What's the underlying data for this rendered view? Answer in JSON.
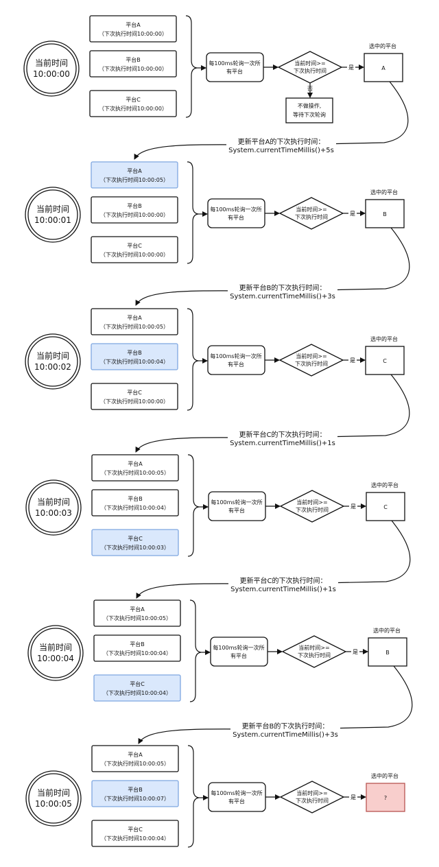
{
  "labels": {
    "time_title": "当前时间",
    "poll": [
      "每100ms轮询一次所",
      "有平台"
    ],
    "cond": [
      "当前时间>=",
      "下次执行时间"
    ],
    "yes": "是",
    "no": "否",
    "noop": [
      "不做操作,",
      "等待下次轮询"
    ],
    "selected": "选中的平台"
  },
  "stages": [
    {
      "time": "10:00:00",
      "platforms": [
        {
          "name": "平台A",
          "next": "（下次执行时间10:00:00）"
        },
        {
          "name": "平台B",
          "next": "（下次执行时间10:00:00）"
        },
        {
          "name": "平台C",
          "next": "（下次执行时间10:00:00）"
        }
      ],
      "highlight": -1,
      "selected": "A",
      "update": [
        "更新平台A的下次执行时间：",
        "System.currentTimeMillis()+5s"
      ]
    },
    {
      "time": "10:00:01",
      "platforms": [
        {
          "name": "平台A",
          "next": "（下次执行时间10:00:05）"
        },
        {
          "name": "平台B",
          "next": "（下次执行时间10:00:00）"
        },
        {
          "name": "平台C",
          "next": "（下次执行时间10:00:00）"
        }
      ],
      "highlight": 0,
      "selected": "B",
      "update": [
        "更新平台B的下次执行时间：",
        "System.currentTimeMillis()+3s"
      ]
    },
    {
      "time": "10:00:02",
      "platforms": [
        {
          "name": "平台A",
          "next": "（下次执行时间10:00:05）"
        },
        {
          "name": "平台B",
          "next": "（下次执行时间10:00:04）"
        },
        {
          "name": "平台C",
          "next": "（下次执行时间10:00:00）"
        }
      ],
      "highlight": 1,
      "selected": "C",
      "update": [
        "更新平台C的下次执行时间：",
        "System.currentTimeMillis()+1s"
      ]
    },
    {
      "time": "10:00:03",
      "platforms": [
        {
          "name": "平台A",
          "next": "（下次执行时间10:00:05）"
        },
        {
          "name": "平台B",
          "next": "（下次执行时间10:00:04）"
        },
        {
          "name": "平台C",
          "next": "（下次执行时间10:00:03）"
        }
      ],
      "highlight": 2,
      "selected": "C",
      "update": [
        "更新平台C的下次执行时间：",
        "System.currentTimeMillis()+1s"
      ]
    },
    {
      "time": "10:00:04",
      "platforms": [
        {
          "name": "平台A",
          "next": "（下次执行时间10:00:05）"
        },
        {
          "name": "平台B",
          "next": "（下次执行时间10:00:04）"
        },
        {
          "name": "平台C",
          "next": "（下次执行时间10:00:04）"
        }
      ],
      "highlight": 2,
      "selected": "B",
      "update": [
        "更新平台B的下次执行时间：",
        "System.currentTimeMillis()+3s"
      ]
    },
    {
      "time": "10:00:05",
      "platforms": [
        {
          "name": "平台A",
          "next": "（下次执行时间10:00:05）"
        },
        {
          "name": "平台B",
          "next": "（下次执行时间10:00:07）"
        },
        {
          "name": "平台C",
          "next": "（下次执行时间10:00:04）"
        }
      ],
      "highlight": 1,
      "selected": "?",
      "update": null
    }
  ],
  "colors": {
    "highlight_fill": "#dae8fc",
    "highlight_stroke": "#7ea6e0",
    "unknown_fill": "#f8cecc",
    "unknown_stroke": "#b85450"
  }
}
